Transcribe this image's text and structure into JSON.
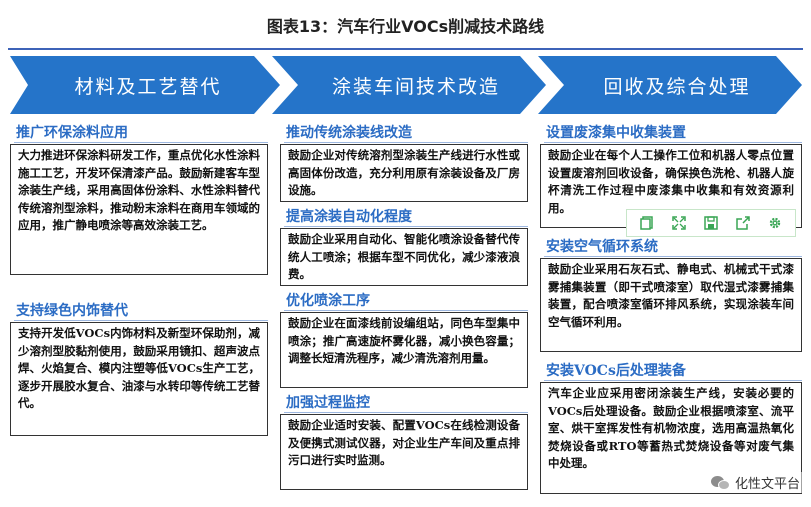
{
  "title": "图表13：汽车行业VOCs削减技术路线",
  "columns": [
    {
      "heading": "材料及工艺替代",
      "sections": [
        {
          "title": "推广环保涂料应用",
          "text": "大力推进环保涂料研发工作，重点优化水性涂料施工工艺，开发环保清漆产品。鼓励新建客车型涂装生产线，采用高固体份涂料、水性涂料替代传统溶剂型涂料，推动粉末涂料在商用车领域的应用，推广静电喷涂等高效涂装工艺。"
        },
        {
          "title": "支持绿色内饰替代",
          "text": "支持开发低VOCs内饰材料及新型环保助剂，减少溶剂型胶黏剂使用，鼓励采用镜扣、超声波点焊、火焰复合、模内注塑等低VOCs生产工艺，逐步开展胶水复合、油漆与水转印等传统工艺替代。"
        }
      ]
    },
    {
      "heading": "涂装车间技术改造",
      "sections": [
        {
          "title": "推动传统涂装线改造",
          "text": "鼓励企业对传统溶剂型涂装生产线进行水性或高固体份改造，充分利用原有涂装设备及厂房设施。"
        },
        {
          "title": "提高涂装自动化程度",
          "text": "鼓励企业采用自动化、智能化喷涂设备替代传统人工喷涂；根据车型不同优化，减少漆液浪费。"
        },
        {
          "title": "优化喷涂工序",
          "text": "鼓励企业在面漆线前设编组站，同色车型集中喷涂；推广高速旋杯雾化器，减小换色容量；调整长短清洗程序，减少清洗溶剂用量。"
        },
        {
          "title": "加强过程监控",
          "text": "鼓励企业适时安装、配置VOCs在线检测设备及便携式测试仪器，对企业生产车间及重点排污口进行实时监测。"
        }
      ]
    },
    {
      "heading": "回收及综合处理",
      "sections": [
        {
          "title": "设置废漆集中收集装置",
          "text": "鼓励企业在每个人工操作工位和机器人零点位置设置废溶剂回收设备，确保换色洗枪、机器人旋杯清洗工作过程中废漆集中收集和有效资源利用。"
        },
        {
          "title": "安装空气循环系统",
          "text": "鼓励企业采用石灰石式、静电式、机械式干式漆雾捕集装置（即干式喷漆室）取代湿式漆雾捕集装置，配合喷漆室循环排风系统，实现涂装车间空气循环利用。"
        },
        {
          "title": "安装VOCs后处理装备",
          "text": "汽车企业应采用密闭涂装生产线，安装必要的VOCs后处理设备。鼓励企业根据喷漆室、流平室、烘干室挥发性有机物浓度，选用高温热氧化焚烧设备或RTO等蓄热式焚烧设备等对废气集中处理。"
        }
      ]
    }
  ],
  "watermark": "化性文平台"
}
